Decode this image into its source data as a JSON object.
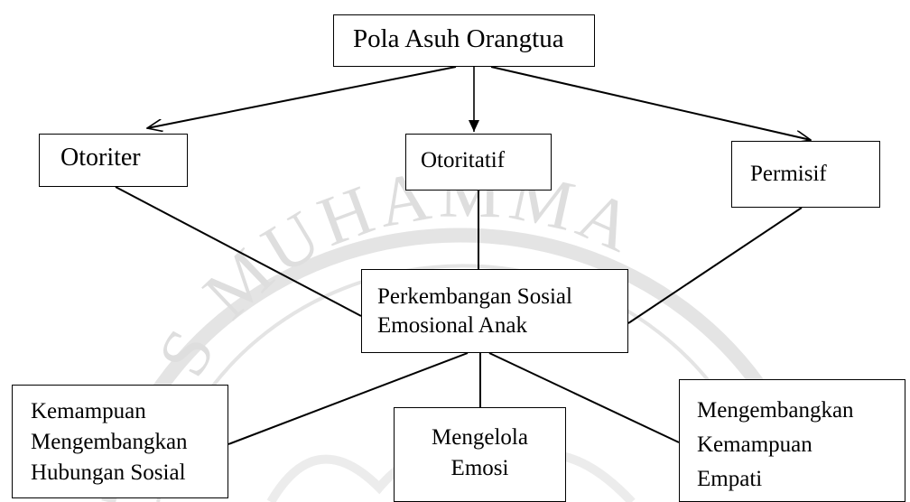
{
  "diagram": {
    "root": "Pola Asuh Orangtua",
    "styles": [
      {
        "id": "otoriter",
        "label": "Otoriter"
      },
      {
        "id": "otoritatif",
        "label": "Otoritatif"
      },
      {
        "id": "permisif",
        "label": "Permisif"
      }
    ],
    "center": {
      "lines": [
        "Perkembangan Sosial",
        "Emosional Anak"
      ]
    },
    "aspects": [
      {
        "id": "hubungan",
        "lines": [
          "Kemampuan",
          "Mengembangkan",
          "Hubungan Sosial"
        ]
      },
      {
        "id": "emosi",
        "lines": [
          "Mengelola",
          "Emosi"
        ]
      },
      {
        "id": "empati",
        "lines": [
          "Mengembangkan",
          "Kemampuan",
          "Empati"
        ]
      }
    ]
  },
  "watermark": {
    "text": "AS MUHAMMA"
  },
  "colors": {
    "line": "#000000",
    "watermark": "#dedede"
  }
}
